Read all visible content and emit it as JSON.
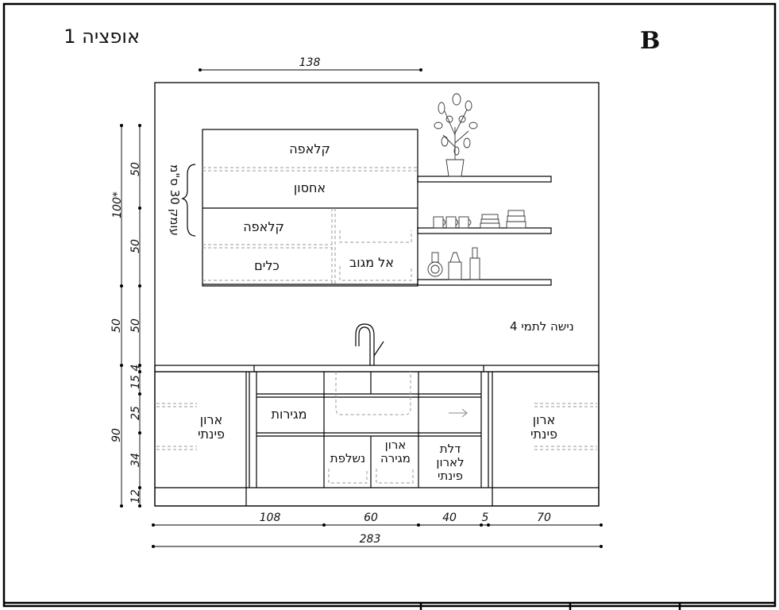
{
  "header": {
    "option_title": "אופציה 1",
    "view_letter": "B"
  },
  "upper_cabinets": {
    "top_flap": "קלאפה",
    "storage": "אחסון",
    "lower_flap": "קלאפה",
    "dishes": "כלים",
    "dish_drainer": "אל מגוב",
    "depth_note": "עומק 30 ס\"מ"
  },
  "niche_note": "נישה לתמי 4",
  "base_cabinets": {
    "left_corner": [
      "ארון",
      "פינתי"
    ],
    "drawers": "מגירות",
    "pullout": "נשלפת",
    "drawer_cabinet": [
      "ארון",
      "מגירה"
    ],
    "corner_door": [
      "דלת",
      "לארון",
      "פינתי"
    ],
    "right_corner": [
      "ארון",
      "פינתי"
    ]
  },
  "dimensions": {
    "top_width": "138",
    "upper_total": "100*",
    "upper_1": "50",
    "upper_2": "50",
    "gap_outer": "50",
    "gap_inner": "50",
    "counter": "4",
    "drawer_top": "15",
    "drawer_mid": "25",
    "drawer_low": "34",
    "plinth": "12",
    "base_total": "90",
    "w_108": "108",
    "w_60": "60",
    "w_40": "40",
    "w_5": "5",
    "w_70": "70",
    "total_width": "283"
  }
}
